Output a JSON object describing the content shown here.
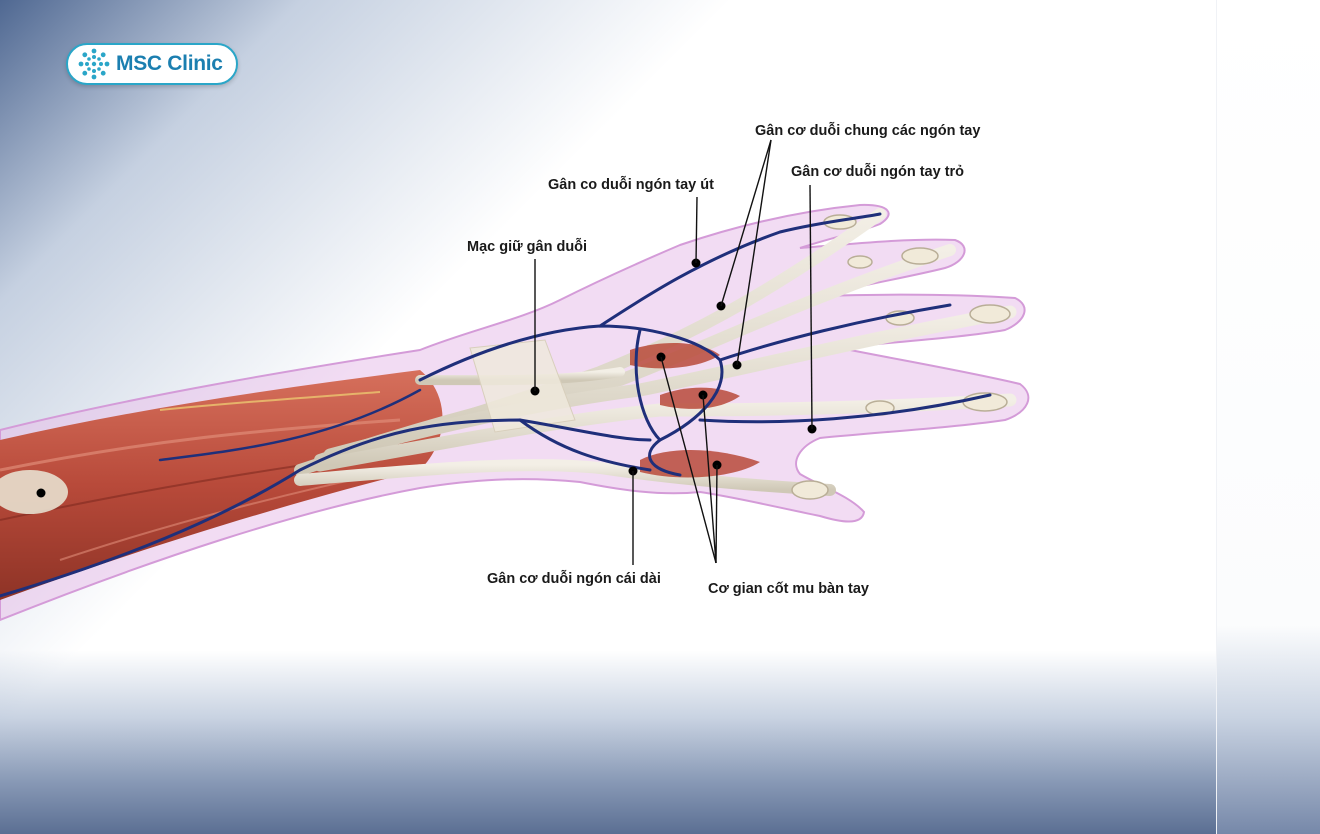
{
  "brand": {
    "name": "MSC Clinic",
    "accent_color": "#1b7fb0",
    "border_color": "#2aa6c8"
  },
  "labels": {
    "extensor_digitorum": "Gân cơ duỗi chung các ngón tay",
    "extensor_indicis": "Gân cơ duỗi ngón tay trỏ",
    "extensor_digiti_minimi": "Gân co duỗi ngón tay út",
    "extensor_retinaculum": "Mạc giữ gân duỗi",
    "extensor_pollicis_longus": "Gân cơ duỗi ngón cái dài",
    "dorsal_interossei": "Cơ gian cốt mu bàn tay"
  },
  "colors": {
    "muscle": "#b84a3a",
    "tendon": "#e2dccd",
    "vein": "#1f2f7a",
    "skin": "#e3b4e6",
    "leader": "#111111"
  }
}
